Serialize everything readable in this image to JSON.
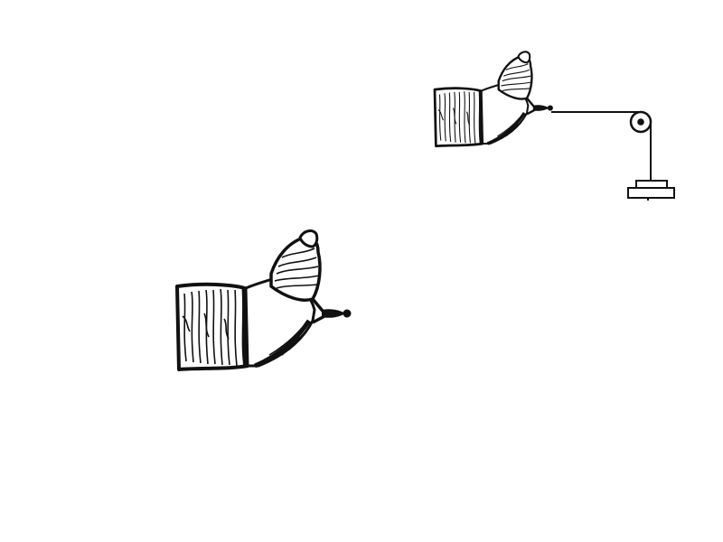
{
  "figure": {
    "background": "#ffffff",
    "ink": "#111111",
    "illustrations": [
      {
        "name": "foot-in-cast-with-stirrup",
        "traction": false
      },
      {
        "name": "foot-in-cast-with-traction",
        "traction": true
      }
    ],
    "traction_apparatus": {
      "components": [
        "cord",
        "pulley-icon",
        "weight-icon"
      ]
    }
  }
}
